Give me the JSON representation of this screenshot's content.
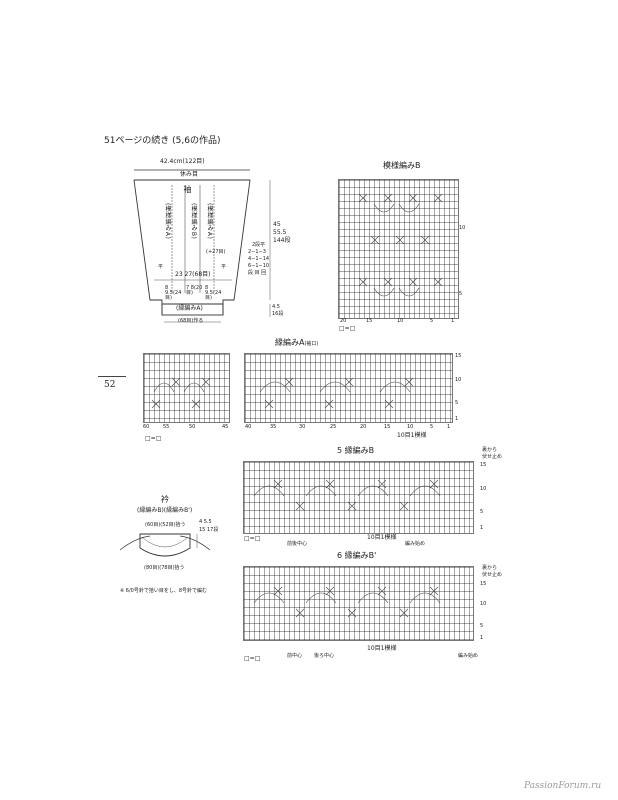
{
  "header": {
    "title": "51ページの続き",
    "title_suffix": "(5,6の作品)"
  },
  "page_number": "52",
  "sleeve": {
    "width_top": "42.4cm(122目)",
    "bind_off": "休み目",
    "title": "袖",
    "left_pattern": "(模様編みA)",
    "center_pattern": "(模様編みB)",
    "right_pattern": "(模様編みA)",
    "plus_rows": "(+27目)",
    "height_1": "45",
    "height_2": "55.5",
    "height_rows": "144段",
    "decrease_label": "2段平",
    "decrease_1": "2−1−3",
    "decrease_2": "4−1−14",
    "decrease_3": "6−1−10",
    "decrease_header": "段 目 回",
    "width_mid": "23 27(68目)",
    "seg_left": "8 9.5(24目)",
    "seg_center": "7 8(20目)",
    "seg_right": "8 9.5(24目)",
    "border_label": "(縁編みA)",
    "bottom_label": "(68目)作る",
    "border_height": "4.5",
    "border_rows": "16段",
    "side_marks": [
      "平",
      "平"
    ]
  },
  "pattern_b": {
    "title": "模様編みB",
    "row_numbers": [
      "10",
      "5"
    ],
    "col_labels": [
      "20",
      "15",
      "10",
      "5",
      "1"
    ],
    "legend": "□=□"
  },
  "border_a": {
    "title": "縁編みA",
    "title_note": "(袖口)",
    "row_marks": [
      "15",
      "10",
      "5",
      "1"
    ],
    "col_labels": [
      "60",
      "55",
      "50",
      "45",
      "40",
      "35",
      "30",
      "25",
      "20",
      "15",
      "10",
      "5",
      "1"
    ],
    "repeat": "10目1模様",
    "legend": "□=□"
  },
  "chart5": {
    "title": "5 縁編みB",
    "top_note_1": "裏から",
    "top_note_2": "伏せ止め",
    "row_marks": [
      "15",
      "10",
      "5",
      "1"
    ],
    "repeat": "10目1模様",
    "center_back": "前後中心",
    "start": "編み始め",
    "legend": "□=□"
  },
  "chart6": {
    "title": "6 縁編みB'",
    "top_note_1": "裏から",
    "top_note_2": "伏せ止め",
    "row_marks": [
      "15",
      "10",
      "5",
      "1"
    ],
    "repeat": "10目1模様",
    "front_center": "前中心",
    "back_center": "後ろ中心",
    "start": "編み始め",
    "legend": "□=□"
  },
  "collar": {
    "title": "衿",
    "patterns": "(縁編みB)(縁編みB')",
    "top_count": "(60目)(52目)拾う",
    "height_1": "4 5.5",
    "height_2": "15 17段",
    "bottom_count": "(80目)(78目)拾う",
    "note": "※ 6/0号針で拾い目をし、8号針で編む"
  },
  "watermark": "PassionForum.ru"
}
